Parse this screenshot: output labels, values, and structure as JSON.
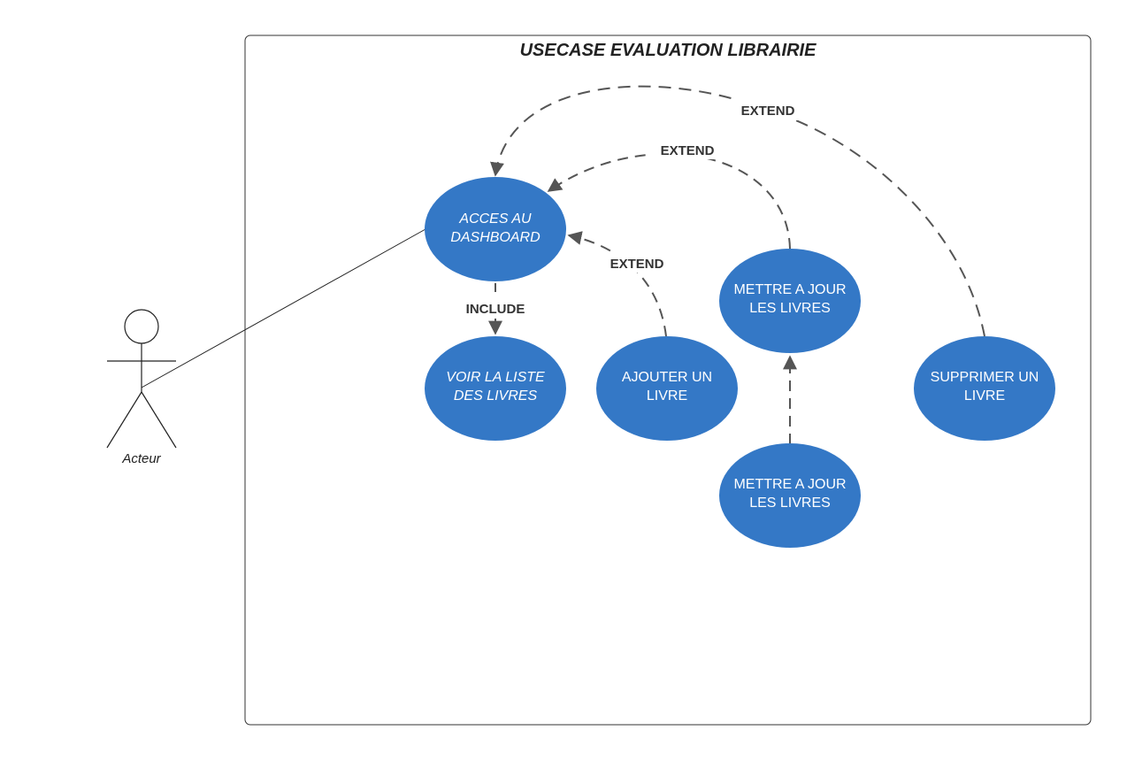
{
  "system": {
    "title": "USECASE EVALUATION LIBRAIRIE"
  },
  "actor": {
    "label": "Acteur"
  },
  "use_cases": {
    "acces_dashboard": {
      "line1": "ACCES  AU",
      "line2": "DASHBOARD"
    },
    "voir_liste": {
      "line1": "VOIR LA LISTE",
      "line2": "DES LIVRES"
    },
    "ajouter_livre": {
      "line1": "AJOUTER UN",
      "line2": "LIVRE"
    },
    "mettre_a_jour_1": {
      "line1": "METTRE A JOUR",
      "line2": "LES LIVRES"
    },
    "mettre_a_jour_2": {
      "line1": "METTRE A JOUR",
      "line2": "LES LIVRES"
    },
    "supprimer_livre": {
      "line1": "SUPPRIMER UN",
      "line2": "LIVRE"
    }
  },
  "relations": {
    "include_voir_liste": "INCLUDE",
    "extend_ajouter": "EXTEND",
    "extend_mettre_a_jour": "EXTEND",
    "extend_supprimer": "EXTEND"
  },
  "colors": {
    "use_case_fill": "#3478C6",
    "use_case_text": "#ffffff",
    "connector": "#555555",
    "frame": "#333333"
  }
}
